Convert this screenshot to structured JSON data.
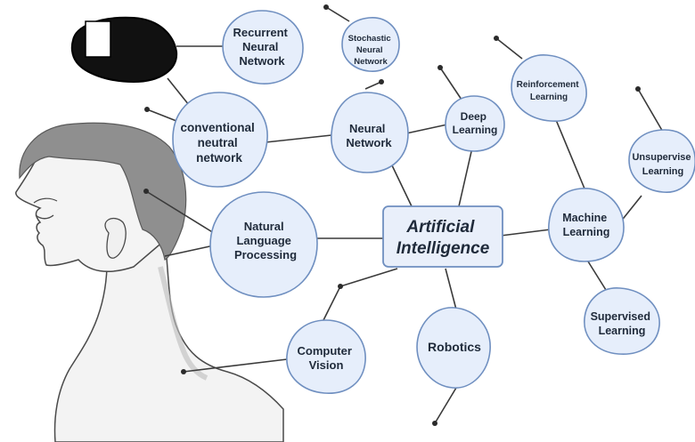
{
  "nodes": {
    "ai": [
      "Artificial",
      "Intelligence"
    ],
    "rnn": [
      "Recurrent",
      "Neural",
      "Network"
    ],
    "stochastic": [
      "Stochastic",
      "Neural",
      "Network"
    ],
    "reinforcement": [
      "Reinforcement",
      "Learning"
    ],
    "conventional": [
      "conventional",
      "neutral",
      "network"
    ],
    "neural": [
      "Neural",
      "Network"
    ],
    "deep": [
      "Deep",
      "Learning"
    ],
    "unsupervised": [
      "Unsupervise",
      "Learning"
    ],
    "nlp": [
      "Natural",
      "Language",
      "Processing"
    ],
    "machine": [
      "Machine",
      "Learning"
    ],
    "supervised": [
      "Supervised",
      "Learning"
    ],
    "vision": [
      "Computer",
      "Vision"
    ],
    "robotics": [
      "Robotics"
    ]
  },
  "colors": {
    "node_fill": "#e6eefb",
    "node_stroke": "#6f8fc0",
    "center_fill": "#e9effa",
    "line": "#3a3a3a",
    "skin": "#f4f4f4",
    "hair": "#909090"
  },
  "icons": [
    "head-silhouette",
    "phone-device-icon"
  ]
}
